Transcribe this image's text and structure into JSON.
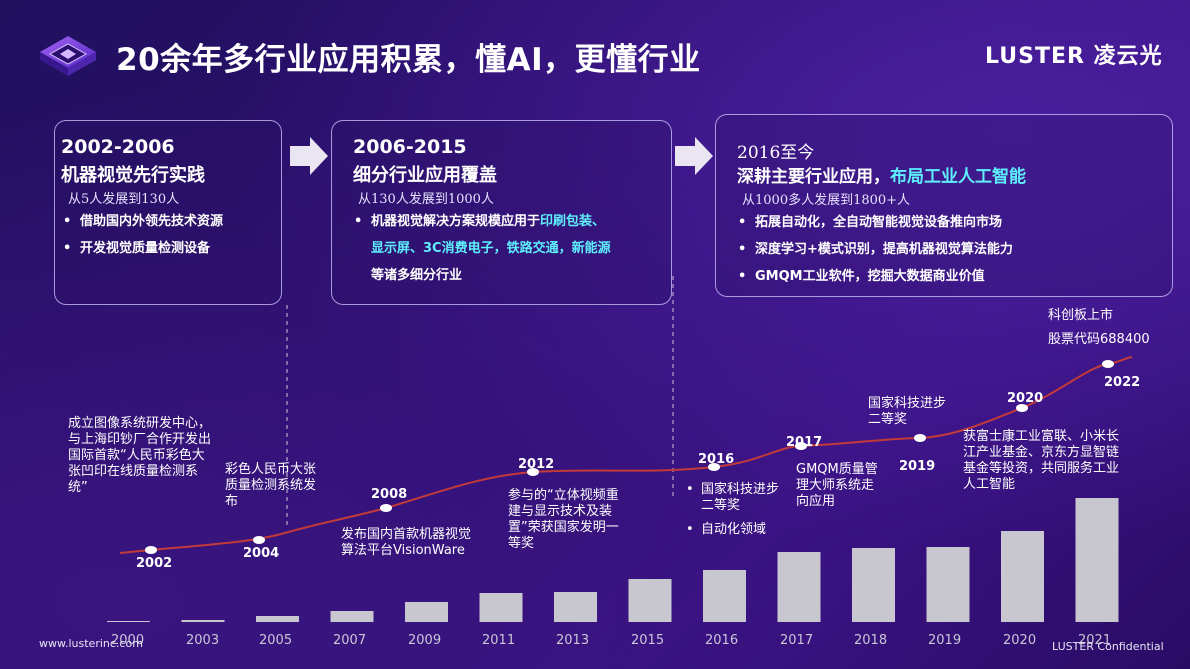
{
  "title": "20余年多行业应用积累，懂AI，更懂行业",
  "brand": "LUSTER 凌云光",
  "icons": [
    "chip-icon",
    "arrow-right-icon"
  ],
  "colors": {
    "accent_cyan": "#5ef0ff",
    "curve_red": "#c23a3a",
    "bar_gray": "#c8c6ce"
  },
  "phases": [
    {
      "years": "2002-2006",
      "heading": "机器视觉先行实践",
      "growth": "从5人发展到130人",
      "bullets": [
        "借助国内外领先技术资源",
        "开发视觉质量检测设备"
      ]
    },
    {
      "years": "2006-2015",
      "heading": "细分行业应用覆盖",
      "growth": "从130人发展到1000人",
      "bullet_prefix": "机器视觉解决方案规模应用于",
      "bullet_hl1": "印刷包装、",
      "bullet_hl2": "显示屏、3C消费电子，铁路交通，新能源",
      "bullet_suffix": "等诸多细分行业"
    },
    {
      "years": "2016至今",
      "heading_prefix": "深耕主要行业应用，",
      "heading_hl": "布局工业人工智能",
      "growth": "从1000多人发展到1800+人",
      "bullets": [
        "拓展自动化，全自动智能视觉设备推向市场",
        "深度学习+模式识别，提高机器视觉算法能力",
        "GMQM工业软件，挖掘大数据商业价值"
      ]
    }
  ],
  "milestones": {
    "y2002": {
      "year": "2002",
      "text": "成立图像系统研发中心，与上海印钞厂合作开发出国际首款“人民币彩色大张凹印在线质量检测系统”"
    },
    "y2004": {
      "year": "2004",
      "text": "彩色人民币大张质量检测系统发布"
    },
    "y2008": {
      "year": "2008",
      "text": "发布国内首款机器视觉算法平台VisionWare"
    },
    "y2012": {
      "year": "2012",
      "text": "参与的“立体视频重建与显示技术及装置”荣获国家发明一等奖"
    },
    "y2016": {
      "year": "2016",
      "text1": "国家科技进步二等奖",
      "text2": "自动化领域"
    },
    "y2017": {
      "year": "2017",
      "text": "GMQM质量管理大师系统走向应用"
    },
    "y2019": {
      "year": "2019",
      "text": "国家科技进步二等奖"
    },
    "y2020": {
      "year": "2020",
      "text": "获富士康工业富联、小米长江产业基金、京东方显智链基金等投资，共同服务工业人工智能"
    },
    "y2022": {
      "year": "2022",
      "text1": "科创板上市",
      "text2": "股票代码688400"
    }
  },
  "bars_x_labels": [
    "2000",
    "2003",
    "2005",
    "2007",
    "2009",
    "2011",
    "2013",
    "2015",
    "2016",
    "2017",
    "2018",
    "2019",
    "2020",
    "2021"
  ],
  "bar_levels": [
    0.5,
    2,
    6,
    11,
    20,
    29,
    30,
    43,
    52,
    70,
    74,
    75,
    91,
    124
  ],
  "footer": {
    "website": "www.lusterinc.com",
    "confidential": "LUSTER Confidential"
  }
}
